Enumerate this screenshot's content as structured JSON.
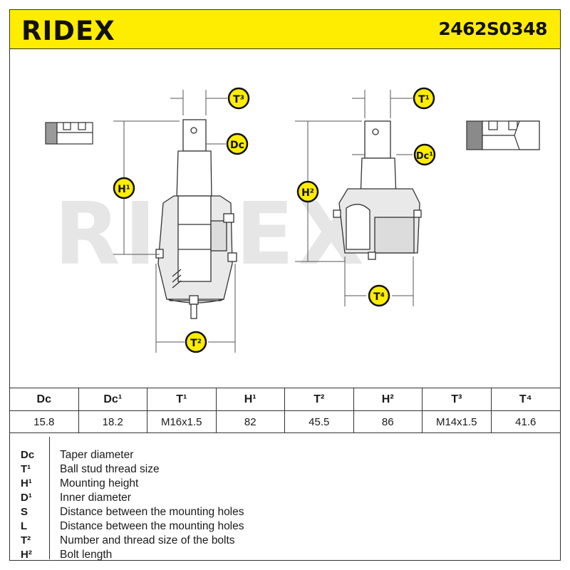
{
  "brand": "RIDEX",
  "part_number": "2462S0348",
  "watermark": "RIDEX",
  "labels": {
    "t3": "T³",
    "dc": "Dc",
    "h1": "H¹",
    "t2": "T²",
    "t1": "T¹",
    "dc1": "Dc¹",
    "h2": "H²",
    "t4": "T⁴"
  },
  "specs": {
    "headers": [
      "Dc",
      "Dc¹",
      "T¹",
      "H¹",
      "T²",
      "H²",
      "T³",
      "T⁴"
    ],
    "values": [
      "15.8",
      "18.2",
      "M16x1.5",
      "82",
      "45.5",
      "86",
      "M14x1.5",
      "41.6"
    ]
  },
  "legend": [
    {
      "code": "Dc",
      "desc": "Taper diameter"
    },
    {
      "code": "T¹",
      "desc": "Ball stud thread size"
    },
    {
      "code": "H¹",
      "desc": "Mounting height"
    },
    {
      "code": "D¹",
      "desc": "Inner diameter"
    },
    {
      "code": "S",
      "desc": "Distance between the mounting holes"
    },
    {
      "code": "L",
      "desc": "Distance between the mounting holes"
    },
    {
      "code": "T²",
      "desc": "Number and thread size of the bolts"
    },
    {
      "code": "H²",
      "desc": "Bolt length"
    }
  ],
  "colors": {
    "header_bg": "#ffed00",
    "badge_bg": "#ffed00",
    "line": "#333333",
    "watermark": "#e6e6e6"
  }
}
